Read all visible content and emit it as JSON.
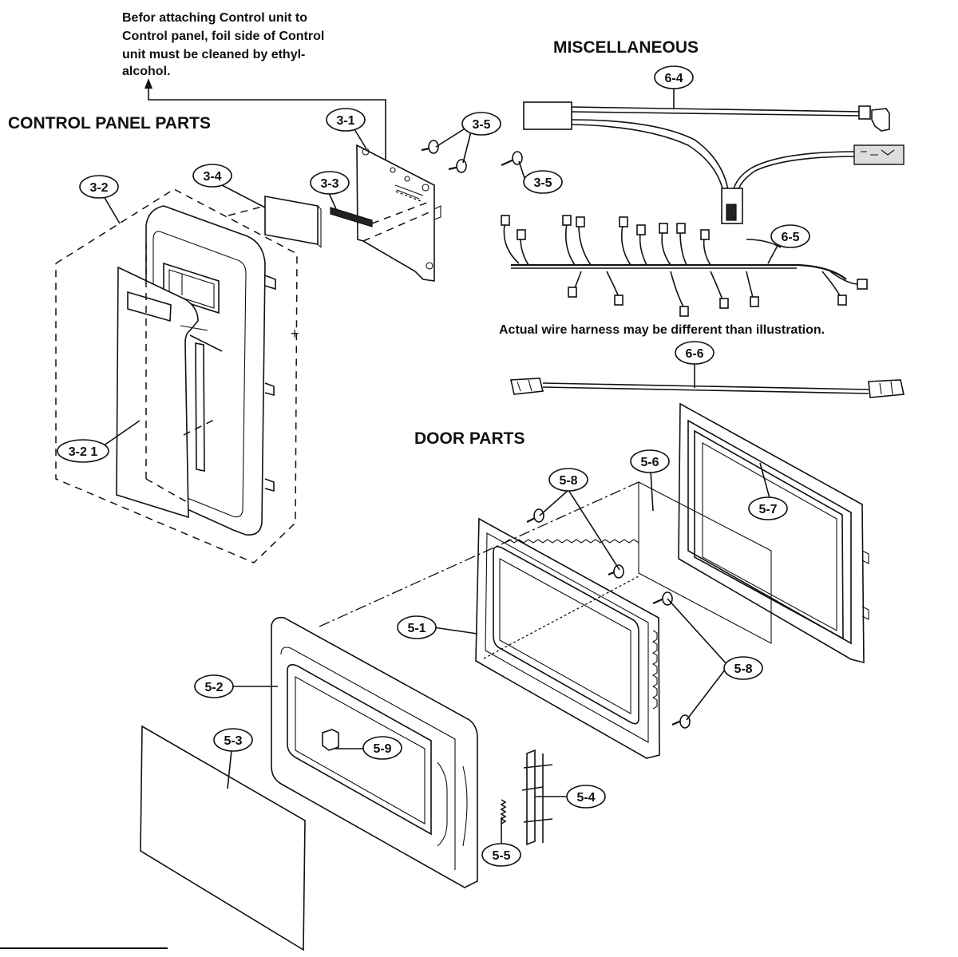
{
  "headings": {
    "control_panel": "CONTROL PANEL PARTS",
    "miscellaneous": "MISCELLANEOUS",
    "door": "DOOR PARTS"
  },
  "notes": {
    "foil_line1": "Befor attaching Control unit to",
    "foil_line2": "Control panel, foil side of Control",
    "foil_line3": "unit must be cleaned by ethyl-",
    "foil_line4": "alcohol.",
    "harness": "Actual wire harness may be different than illustration."
  },
  "callouts": {
    "c_3_1": "3-1",
    "c_3_2": "3-2",
    "c_3_2_1": "3-2 1",
    "c_3_3": "3-3",
    "c_3_4": "3-4",
    "c_3_5_a": "3-5",
    "c_3_5_b": "3-5",
    "c_6_4": "6-4",
    "c_6_5": "6-5",
    "c_6_6": "6-6",
    "c_5_1": "5-1",
    "c_5_2": "5-2",
    "c_5_3": "5-3",
    "c_5_4": "5-4",
    "c_5_5": "5-5",
    "c_5_6": "5-6",
    "c_5_7": "5-7",
    "c_5_8_a": "5-8",
    "c_5_8_b": "5-8",
    "c_5_9": "5-9"
  }
}
